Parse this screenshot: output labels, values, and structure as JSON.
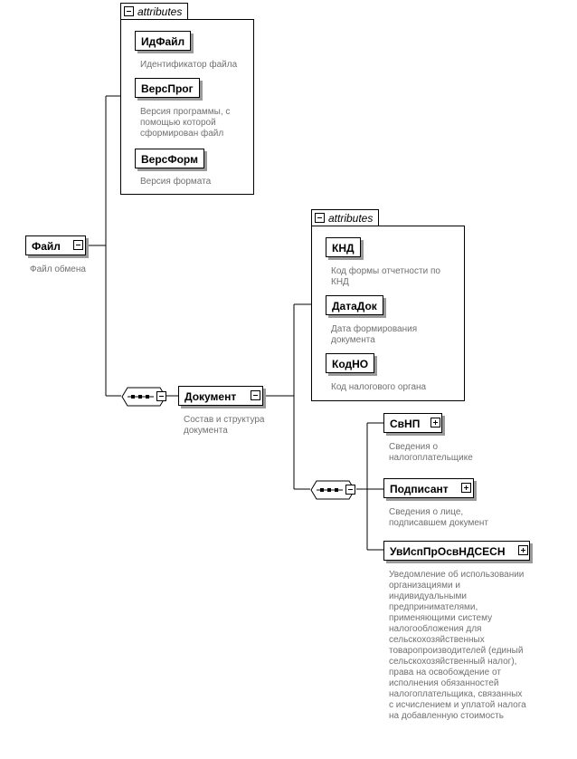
{
  "root": {
    "name": "Файл",
    "desc": "Файл обмена",
    "attributes_label": "attributes",
    "attributes": [
      {
        "name": "ИдФайл",
        "desc": "Идентификатор файла"
      },
      {
        "name": "ВерсПрог",
        "desc": "Версия программы, с помощью которой сформирован файл"
      },
      {
        "name": "ВерсФорм",
        "desc": "Версия формата"
      }
    ]
  },
  "document": {
    "name": "Документ",
    "desc": "Состав и структура документа",
    "attributes_label": "attributes",
    "attributes": [
      {
        "name": "КНД",
        "desc": "Код формы отчетности по КНД"
      },
      {
        "name": "ДатаДок",
        "desc": "Дата формирования документа"
      },
      {
        "name": "КодНО",
        "desc": "Код налогового органа"
      }
    ],
    "children": [
      {
        "name": "СвНП",
        "desc": "Сведения о налогоплательщике"
      },
      {
        "name": "Подписант",
        "desc": "Сведения о лице, подписавшем документ"
      },
      {
        "name": "УвИспПрОсвНДСЕСН",
        "desc": "Уведомление об использовании организациями и индивидуальными предпринимателями, применяющими систему налогообложения для сельскохозяйственных товаропроизводителей (единый сельскохозяйственный налог), права на освобождение от исполнения обязанностей налогоплательщика, связанных с исчислением и уплатой налога на добавленную стоимость"
      }
    ]
  }
}
